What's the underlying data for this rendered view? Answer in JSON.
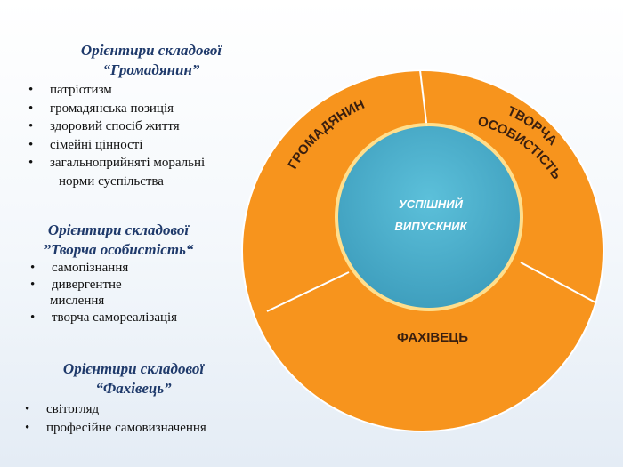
{
  "sections": [
    {
      "heading": [
        "Орієнтири складової",
        "“Громадянин”"
      ],
      "items": [
        {
          "text": "патріотизм",
          "bullet": true
        },
        {
          "text": "громадянська позиція",
          "bullet": true
        },
        {
          "text": "здоровий спосіб життя",
          "bullet": true
        },
        {
          "text": "сімейні цінності",
          "bullet": true
        },
        {
          "text": "загальноприйняті моральні",
          "bullet": true
        },
        {
          "text": "норми суспільства",
          "bullet": false
        }
      ]
    },
    {
      "heading": [
        "Орієнтири складової",
        "”Творча особистість“"
      ],
      "items": [
        {
          "text": "самопізнання",
          "bullet": true
        },
        {
          "text": "дивергентне",
          "bullet": true
        },
        {
          "text": "мислення",
          "bullet": false
        },
        {
          "text": "творча самореалізація",
          "bullet": true
        }
      ]
    },
    {
      "heading": [
        "Орієнтири складової",
        "“Фахівець”"
      ],
      "items": [
        {
          "text": "світогляд",
          "bullet": true
        },
        {
          "text": "професійне самовизначення",
          "bullet": true
        }
      ]
    }
  ],
  "diagram": {
    "center_label": [
      "УСПІШНИЙ",
      "ВИПУСКНИК"
    ],
    "segments": {
      "citizen": "ГРОМАДЯНИН",
      "creative": [
        "ТВОРЧА",
        "ОСОБИСТІСТЬ"
      ],
      "specialist": "ФАХІВЕЦЬ"
    },
    "colors": {
      "ring": "#f7941d",
      "ring_stroke": "#ffffff",
      "center": "#4bacc6",
      "center_ring": "#ffe699",
      "segment_text": "#3a1f0f",
      "center_text": "#ffffff"
    }
  }
}
